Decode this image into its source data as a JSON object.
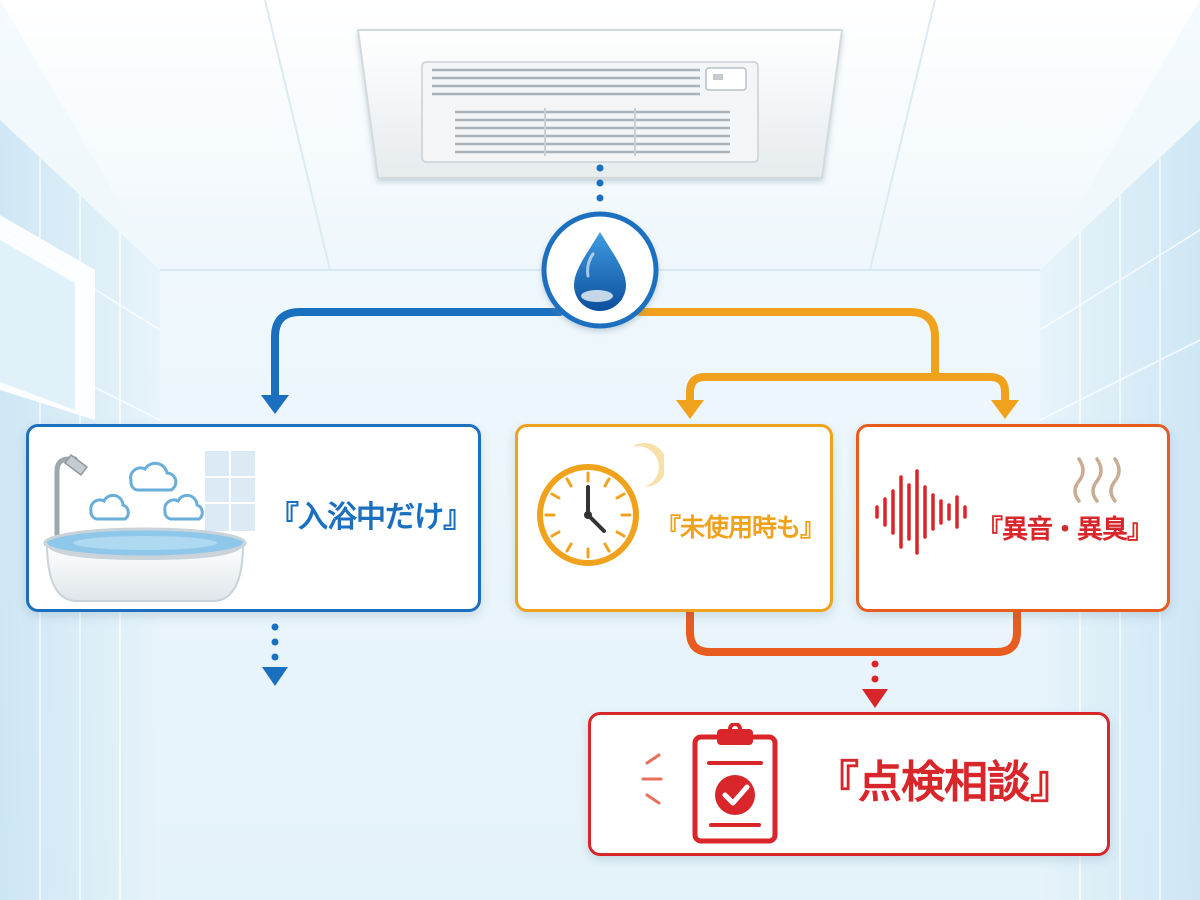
{
  "colors": {
    "blue": "#1a6fbf",
    "orange": "#f0a21c",
    "red_orange": "#e85d1f",
    "red": "#d8262a",
    "wall": "#eef7fc"
  },
  "ceiling_fan": {
    "icon": "bathroom-ventilation-fan"
  },
  "center_node": {
    "icon": "water-drop-icon"
  },
  "cards": {
    "bathing_only": {
      "label": "『入浴中だけ』",
      "icon": "bathtub-icon"
    },
    "when_unused": {
      "label": "『未使用時も』",
      "icon": "clock-icon"
    },
    "abnormal": {
      "label": "『異音・異臭』",
      "icon": "sound-wave-icon"
    },
    "inspection": {
      "label": "『点検相談』",
      "icon": "clipboard-check-icon"
    }
  }
}
